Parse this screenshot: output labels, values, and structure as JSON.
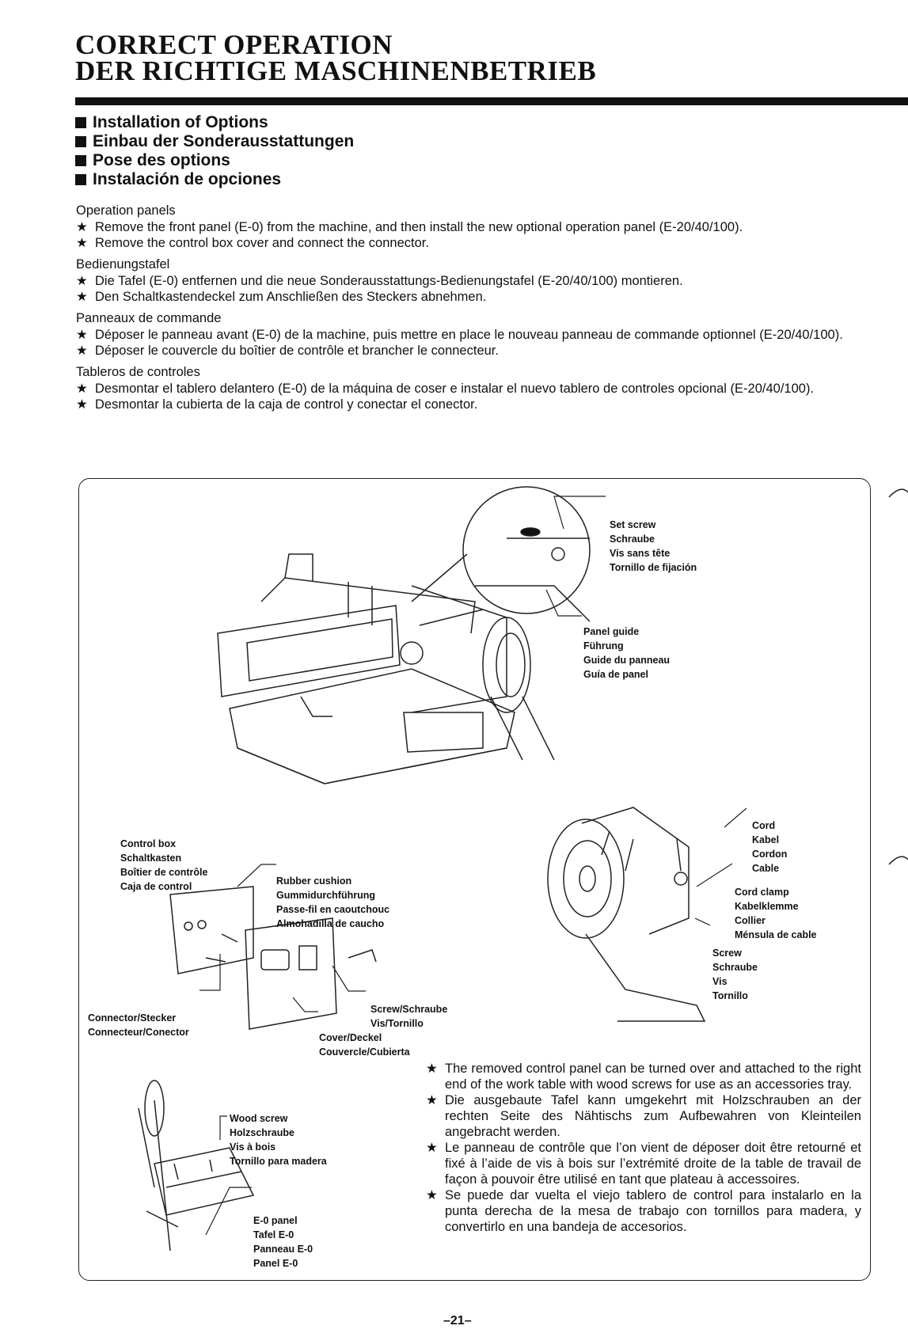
{
  "title": {
    "line1": "CORRECT OPERATION",
    "line2": "DER RICHTIGE MASCHINENBETRIEB"
  },
  "headings": [
    "Installation of Options",
    "Einbau der Sonderausstattungen",
    "Pose des options",
    "Instalación de opciones"
  ],
  "sections": [
    {
      "heading": "Operation panels",
      "items": [
        "Remove the front panel (E-0) from the machine, and then install the new optional operation panel (E-20/40/100).",
        "Remove the control box cover and connect the connector."
      ]
    },
    {
      "heading": "Bedienungstafel",
      "items": [
        "Die Tafel (E-0) entfernen und die neue Sonderausstattungs-Bedienungstafel (E-20/40/100) montieren.",
        "Den Schaltkastendeckel zum Anschließen des Steckers abnehmen."
      ]
    },
    {
      "heading": "Panneaux de commande",
      "items": [
        "Déposer le panneau avant (E-0) de la machine, puis mettre en place le nouveau panneau de commande optionnel (E-20/40/100).",
        "Déposer le couvercle du boîtier de contrôle et brancher le connecteur."
      ]
    },
    {
      "heading": "Tableros de controles",
      "items": [
        "Desmontar el tablero delantero (E-0) de la máquina de coser e instalar el nuevo tablero de controles opcional (E-20/40/100).",
        "Desmontar la cubierta de la caja de control y conectar el conector."
      ]
    }
  ],
  "bullet": "★",
  "labels": {
    "set_screw": [
      "Set screw",
      "Schraube",
      "Vis sans tête",
      "Tornillo de fijación"
    ],
    "panel_guide": [
      "Panel guide",
      "Führung",
      "Guide du panneau",
      "Guía de panel"
    ],
    "control_box": [
      "Control box",
      "Schaltkasten",
      "Boîtier de contrôle",
      "Caja de control"
    ],
    "rubber_cushion": [
      "Rubber cushion",
      "Gummidurchführung",
      "Passe-fil en caoutchouc",
      "Almohadilla de caucho"
    ],
    "connector": [
      "Connector/Stecker",
      "Connecteur/Conector"
    ],
    "screw_small": [
      "Screw/Schraube",
      "Vis/Tornillo"
    ],
    "cover": [
      "Cover/Deckel",
      "Couvercle/Cubierta"
    ],
    "cord": [
      "Cord",
      "Kabel",
      "Cordon",
      "Cable"
    ],
    "cord_clamp": [
      "Cord clamp",
      "Kabelklemme",
      "Collier",
      "Ménsula de cable"
    ],
    "screw": [
      "Screw",
      "Schraube",
      "Vis",
      "Tornillo"
    ],
    "wood_screw": [
      "Wood screw",
      "Holzschraube",
      "Vis à bois",
      "Tornillo para madera"
    ],
    "e0_panel": [
      "E-0 panel",
      "Tafel E-0",
      "Panneau E-0",
      "Panel E-0"
    ]
  },
  "notes": [
    "The removed control panel can be turned over and attached to the right end of the work table with wood screws for use as an accessories tray.",
    "Die ausgebaute Tafel kann umgekehrt mit Holzschrauben an der rechten Seite des Nähtischs zum Aufbewahren von Kleinteilen angebracht werden.",
    "Le panneau de contrôle que l’on vient de déposer doit être retourné et fixé à l’aide de vis à bois sur l’extrémité droite de la table de travail de façon à pouvoir être utilisé en tant que plateau à accessoires.",
    "Se puede dar vuelta el viejo tablero de control para instalarlo en la punta derecha de la mesa de trabajo con tornillos para madera, y convertirlo en una bandeja de accesorios."
  ],
  "page_number": "–21–",
  "colors": {
    "ink": "#111111",
    "paper": "#ffffff"
  }
}
